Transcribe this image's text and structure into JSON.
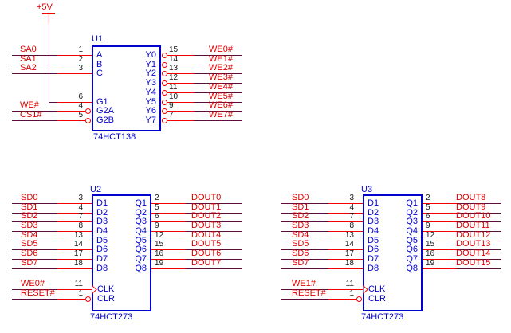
{
  "schematic": {
    "type": "circuit-schematic",
    "colors": {
      "wire": "#5c0d3c",
      "pin": "#f40000",
      "net_label": "#de0000",
      "component": "#0202cd",
      "pin_number": "#141414",
      "background": "#ffffff"
    },
    "power": {
      "label": "+5V"
    },
    "components": [
      {
        "ref": "U1",
        "part": "74HCT138",
        "left_pins": [
          {
            "number": "1",
            "name": "A",
            "net": "SA0"
          },
          {
            "number": "2",
            "name": "B",
            "net": "SA1"
          },
          {
            "number": "3",
            "name": "C",
            "net": "SA2"
          },
          {
            "number": "6",
            "name": "G1",
            "net": "+5V",
            "power": true
          },
          {
            "number": "4",
            "name": "G2A",
            "net": "WE#",
            "bubble": true
          },
          {
            "number": "5",
            "name": "G2B",
            "net": "CS1#",
            "bubble": true
          }
        ],
        "right_pins": [
          {
            "number": "15",
            "name": "Y0",
            "net": "WE0#",
            "bubble": true
          },
          {
            "number": "14",
            "name": "Y1",
            "net": "WE1#",
            "bubble": true
          },
          {
            "number": "13",
            "name": "Y2",
            "net": "WE2#",
            "bubble": true
          },
          {
            "number": "12",
            "name": "Y3",
            "net": "WE3#",
            "bubble": true
          },
          {
            "number": "11",
            "name": "Y4",
            "net": "WE4#",
            "bubble": true
          },
          {
            "number": "10",
            "name": "Y5",
            "net": "WE5#",
            "bubble": true
          },
          {
            "number": "9",
            "name": "Y6",
            "net": "WE6#",
            "bubble": true
          },
          {
            "number": "7",
            "name": "Y7",
            "net": "WE7#",
            "bubble": true
          }
        ]
      },
      {
        "ref": "U2",
        "part": "74HCT273",
        "left_pins": [
          {
            "number": "3",
            "name": "D1",
            "net": "SD0"
          },
          {
            "number": "4",
            "name": "D2",
            "net": "SD1"
          },
          {
            "number": "7",
            "name": "D3",
            "net": "SD2"
          },
          {
            "number": "8",
            "name": "D4",
            "net": "SD3"
          },
          {
            "number": "13",
            "name": "D5",
            "net": "SD4"
          },
          {
            "number": "14",
            "name": "D6",
            "net": "SD5"
          },
          {
            "number": "17",
            "name": "D7",
            "net": "SD6"
          },
          {
            "number": "18",
            "name": "D8",
            "net": "SD7"
          },
          {
            "number": "11",
            "name": "CLK",
            "net": "WE0#",
            "clock": true
          },
          {
            "number": "1",
            "name": "CLR",
            "net": "RESET#",
            "bubble": true
          }
        ],
        "right_pins": [
          {
            "number": "2",
            "name": "Q1",
            "net": "DOUT0"
          },
          {
            "number": "5",
            "name": "Q2",
            "net": "DOUT1"
          },
          {
            "number": "6",
            "name": "Q3",
            "net": "DOUT2"
          },
          {
            "number": "9",
            "name": "Q4",
            "net": "DOUT3"
          },
          {
            "number": "12",
            "name": "Q5",
            "net": "DOUT4"
          },
          {
            "number": "15",
            "name": "Q6",
            "net": "DOUT5"
          },
          {
            "number": "16",
            "name": "Q7",
            "net": "DOUT6"
          },
          {
            "number": "19",
            "name": "Q8",
            "net": "DOUT7"
          }
        ]
      },
      {
        "ref": "U3",
        "part": "74HCT273",
        "left_pins": [
          {
            "number": "3",
            "name": "D1",
            "net": "SD0"
          },
          {
            "number": "4",
            "name": "D2",
            "net": "SD1"
          },
          {
            "number": "7",
            "name": "D3",
            "net": "SD2"
          },
          {
            "number": "8",
            "name": "D4",
            "net": "SD3"
          },
          {
            "number": "13",
            "name": "D5",
            "net": "SD4"
          },
          {
            "number": "14",
            "name": "D6",
            "net": "SD5"
          },
          {
            "number": "17",
            "name": "D7",
            "net": "SD6"
          },
          {
            "number": "18",
            "name": "D8",
            "net": "SD7"
          },
          {
            "number": "11",
            "name": "CLK",
            "net": "WE1#",
            "clock": true
          },
          {
            "number": "1",
            "name": "CLR",
            "net": "RESET#",
            "bubble": true
          }
        ],
        "right_pins": [
          {
            "number": "2",
            "name": "Q1",
            "net": "DOUT8"
          },
          {
            "number": "5",
            "name": "Q2",
            "net": "DOUT9"
          },
          {
            "number": "6",
            "name": "Q3",
            "net": "DOUT10"
          },
          {
            "number": "9",
            "name": "Q4",
            "net": "DOUT11"
          },
          {
            "number": "12",
            "name": "Q5",
            "net": "DOUT12"
          },
          {
            "number": "15",
            "name": "Q6",
            "net": "DOUT13"
          },
          {
            "number": "16",
            "name": "Q7",
            "net": "DOUT14"
          },
          {
            "number": "19",
            "name": "Q8",
            "net": "DOUT15"
          }
        ]
      }
    ]
  }
}
